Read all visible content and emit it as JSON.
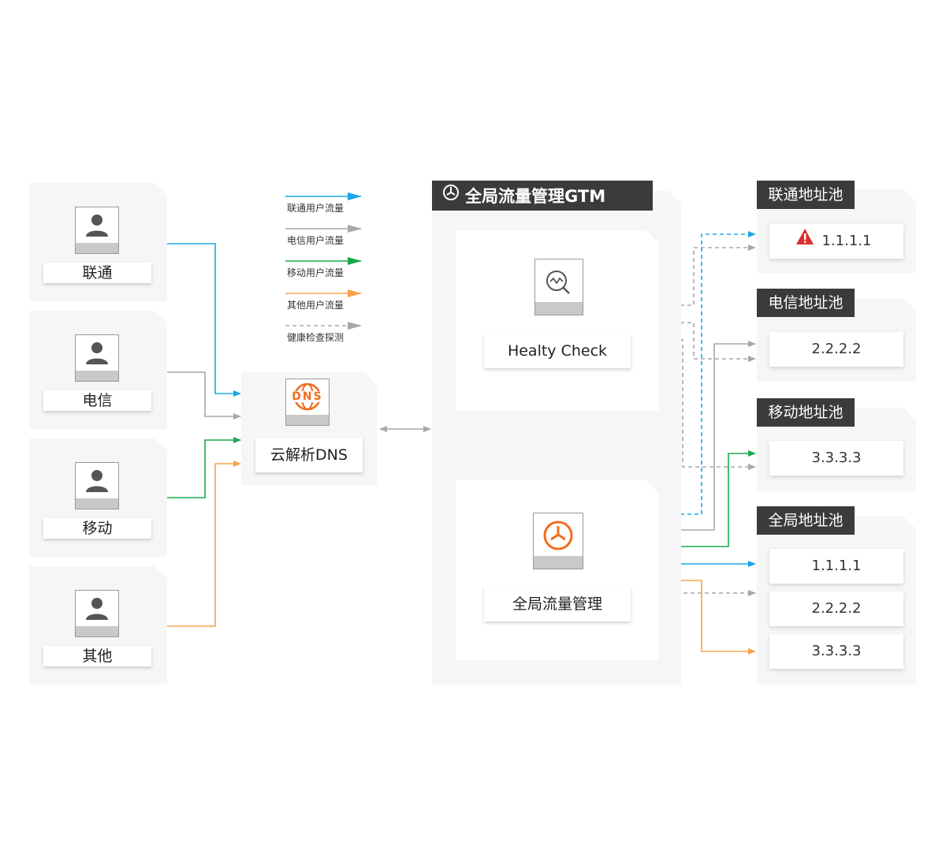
{
  "legend": [
    {
      "label": "联通用户流量",
      "color": "#1aa7ea",
      "dashed": false
    },
    {
      "label": "电信用户流量",
      "color": "#a8a8a8",
      "dashed": false
    },
    {
      "label": "移动用户流量",
      "color": "#1aaa4e",
      "dashed": false
    },
    {
      "label": "其他用户流量",
      "color": "#f7a24b",
      "dashed": false
    },
    {
      "label": "健康检查探测",
      "color": "#a8a8a8",
      "dashed": true
    }
  ],
  "users": [
    {
      "label": "联通"
    },
    {
      "label": "电信"
    },
    {
      "label": "移动"
    },
    {
      "label": "其他"
    }
  ],
  "dns": {
    "icon_text": "DNS",
    "label": "云解析DNS"
  },
  "gtm": {
    "title": "全局流量管理GTM",
    "health_check_label": "Healty Check",
    "manager_label": "全局流量管理"
  },
  "pools": [
    {
      "title": "联通地址池",
      "ips": [
        {
          "value": "1.1.1.1",
          "alert": true
        }
      ]
    },
    {
      "title": "电信地址池",
      "ips": [
        {
          "value": "2.2.2.2"
        }
      ]
    },
    {
      "title": "移动地址池",
      "ips": [
        {
          "value": "3.3.3.3"
        }
      ]
    },
    {
      "title": "全局地址池",
      "ips": [
        {
          "value": "1.1.1.1"
        },
        {
          "value": "2.2.2.2"
        },
        {
          "value": "3.3.3.3"
        }
      ]
    }
  ],
  "colors": {
    "unicom": "#1aa7ea",
    "telecom": "#a8a8a8",
    "mobile": "#1aaa4e",
    "other": "#f7a24b",
    "accent": "#f26b1d",
    "alert": "#e02d2d",
    "dark_tag": "#3b3b3b"
  }
}
